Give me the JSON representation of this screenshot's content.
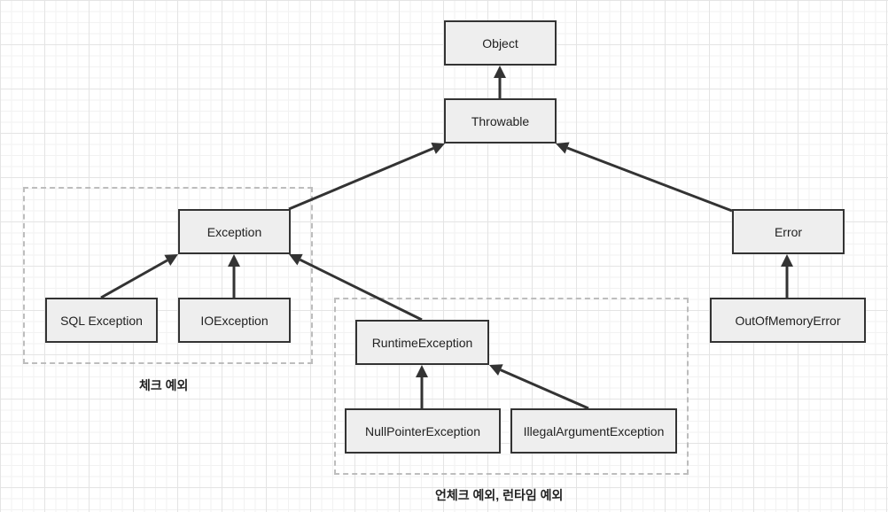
{
  "nodes": {
    "object": "Object",
    "throwable": "Throwable",
    "exception": "Exception",
    "error": "Error",
    "sql_exception": "SQL Exception",
    "io_exception": "IOException",
    "runtime_exception": "RuntimeException",
    "null_pointer_exception": "NullPointerException",
    "illegal_argument_exception": "IllegalArgumentException",
    "out_of_memory_error": "OutOfMemoryError"
  },
  "groups": {
    "checked": "체크 예외",
    "unchecked": "언체크 예외, 런타임 예외"
  },
  "edges": [
    {
      "from": "throwable",
      "to": "object"
    },
    {
      "from": "exception",
      "to": "throwable"
    },
    {
      "from": "error",
      "to": "throwable"
    },
    {
      "from": "sql_exception",
      "to": "exception"
    },
    {
      "from": "io_exception",
      "to": "exception"
    },
    {
      "from": "runtime_exception",
      "to": "exception"
    },
    {
      "from": "null_pointer_exception",
      "to": "runtime_exception"
    },
    {
      "from": "illegal_argument_exception",
      "to": "runtime_exception"
    },
    {
      "from": "out_of_memory_error",
      "to": "error"
    }
  ],
  "colors": {
    "node_fill": "#eeeeee",
    "node_border": "#333333",
    "arrow": "#333333",
    "group_border": "#bdbdbd"
  }
}
